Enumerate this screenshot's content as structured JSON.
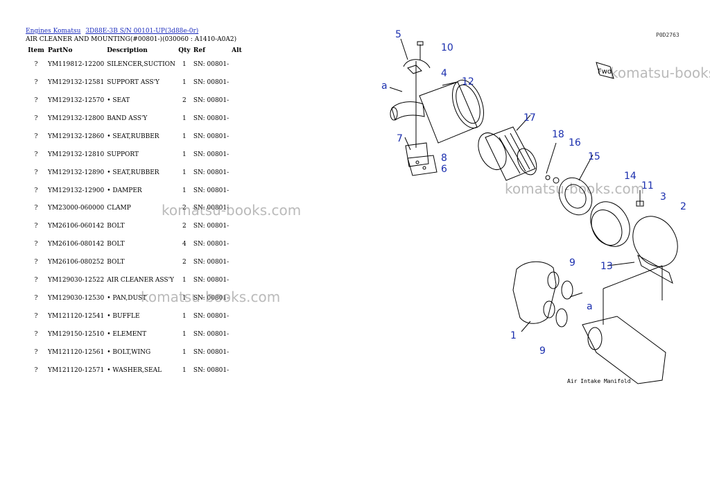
{
  "breadcrumb": {
    "links": [
      "Engines Komatsu",
      "3D88E-3B S/N 00101-UP(3d88e-0r)"
    ]
  },
  "section_title": "AIR CLEANER AND MOUNTING(#00801-)(030060 : A1410-A0A2)",
  "table": {
    "headers": [
      "Item",
      "PartNo",
      "Description",
      "Qty",
      "Ref",
      "Alt"
    ],
    "rows": [
      {
        "item": "?",
        "part": "YM119812-12200",
        "desc": "SILENCER,SUCTION",
        "qty": "1",
        "ref": "SN: 00801-",
        "alt": ""
      },
      {
        "item": "?",
        "part": "YM129132-12581",
        "desc": "SUPPORT ASS'Y",
        "qty": "1",
        "ref": "SN: 00801-",
        "alt": ""
      },
      {
        "item": "?",
        "part": "YM129132-12570",
        "desc": "• SEAT",
        "qty": "2",
        "ref": "SN: 00801-",
        "alt": ""
      },
      {
        "item": "?",
        "part": "YM129132-12800",
        "desc": "BAND ASS'Y",
        "qty": "1",
        "ref": "SN: 00801-",
        "alt": ""
      },
      {
        "item": "?",
        "part": "YM129132-12860",
        "desc": "• SEAT,RUBBER",
        "qty": "1",
        "ref": "SN: 00801-",
        "alt": ""
      },
      {
        "item": "?",
        "part": "YM129132-12810",
        "desc": "SUPPORT",
        "qty": "1",
        "ref": "SN: 00801-",
        "alt": ""
      },
      {
        "item": "?",
        "part": "YM129132-12890",
        "desc": "• SEAT,RUBBER",
        "qty": "1",
        "ref": "SN: 00801-",
        "alt": ""
      },
      {
        "item": "?",
        "part": "YM129132-12900",
        "desc": "• DAMPER",
        "qty": "1",
        "ref": "SN: 00801-",
        "alt": ""
      },
      {
        "item": "?",
        "part": "YM23000-060000",
        "desc": "CLAMP",
        "qty": "2",
        "ref": "SN: 00801-",
        "alt": ""
      },
      {
        "item": "?",
        "part": "YM26106-060142",
        "desc": "BOLT",
        "qty": "2",
        "ref": "SN: 00801-",
        "alt": ""
      },
      {
        "item": "?",
        "part": "YM26106-080142",
        "desc": "BOLT",
        "qty": "4",
        "ref": "SN: 00801-",
        "alt": ""
      },
      {
        "item": "?",
        "part": "YM26106-080252",
        "desc": "BOLT",
        "qty": "2",
        "ref": "SN: 00801-",
        "alt": ""
      },
      {
        "item": "?",
        "part": "YM129030-12522",
        "desc": "AIR CLEANER ASS'Y",
        "qty": "1",
        "ref": "SN: 00801-",
        "alt": ""
      },
      {
        "item": "?",
        "part": "YM129030-12530",
        "desc": "• PAN,DUST",
        "qty": "1",
        "ref": "SN: 00801-",
        "alt": ""
      },
      {
        "item": "?",
        "part": "YM121120-12541",
        "desc": "• BUFFLE",
        "qty": "1",
        "ref": "SN: 00801-",
        "alt": ""
      },
      {
        "item": "?",
        "part": "YM129150-12510",
        "desc": "• ELEMENT",
        "qty": "1",
        "ref": "SN: 00801-",
        "alt": ""
      },
      {
        "item": "?",
        "part": "YM121120-12561",
        "desc": "• BOLT,WING",
        "qty": "1",
        "ref": "SN: 00801-",
        "alt": ""
      },
      {
        "item": "?",
        "part": "YM121120-12571",
        "desc": "• WASHER,SEAL",
        "qty": "1",
        "ref": "SN: 00801-",
        "alt": ""
      }
    ]
  },
  "watermark": "komatsu-books.com",
  "diagram": {
    "code": "P0D2763",
    "fwd_label": "Fwd",
    "manifold_label": "Air Intake Manifold",
    "callouts": [
      "1",
      "2",
      "3",
      "4",
      "5",
      "6",
      "7",
      "8",
      "9",
      "9",
      "10",
      "11",
      "12",
      "13",
      "14",
      "15",
      "16",
      "17",
      "18",
      "a",
      "a"
    ]
  }
}
